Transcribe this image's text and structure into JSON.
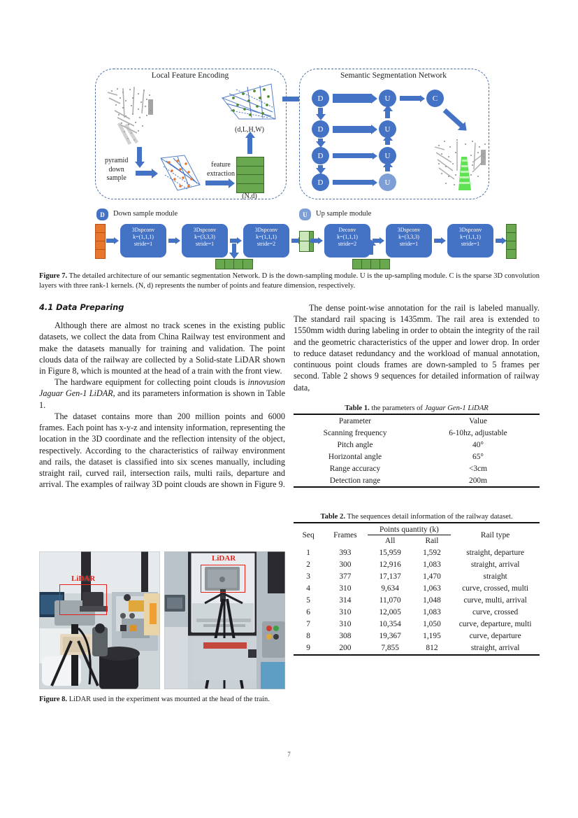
{
  "figure7": {
    "panels": {
      "left_title": "Local Feature Encoding",
      "right_title": "Semantic Segmentation Network"
    },
    "labels": {
      "pyramid_down_sample": "pyramid\ndown\nsample",
      "pyramid_line1": "pyramid",
      "pyramid_line2": "down",
      "pyramid_line3": "sample",
      "feature_extraction_line1": "feature",
      "feature_extraction_line2": "extraction",
      "tensor_dlhw": "(d,L,H,W)",
      "tensor_nd": "(N,d)"
    },
    "nodes": {
      "down": "D",
      "up": "U",
      "conv": "C"
    },
    "legend": {
      "down_badge": "D",
      "down_text": "Down sample module",
      "up_badge": "U",
      "up_text": "Up sample module"
    },
    "down_module_blocks": [
      {
        "name": "3Dspconv",
        "kernel": "k=(1,1,1)",
        "stride": "stride=1"
      },
      {
        "name": "3Dspconv",
        "kernel": "k=(3,3,3)",
        "stride": "stride=1"
      },
      {
        "name": "3Dspconv",
        "kernel": "k=(1,1,1)",
        "stride": "stride=2"
      }
    ],
    "up_module_blocks": [
      {
        "name": "Deconv",
        "kernel": "k=(1,1,1)",
        "stride": "stride=2"
      },
      {
        "name": "3Dspconv",
        "kernel": "k=(3,3,3)",
        "stride": "stride=1"
      },
      {
        "name": "3Dspconv",
        "kernel": "k=(1,1,1)",
        "stride": "stride=1"
      }
    ],
    "colors": {
      "blue": "#4472c4",
      "green": "#6aa84f",
      "orange": "#e8762c",
      "dashed_border": "#4a6fa5"
    },
    "caption_bold": "Figure 7.",
    "caption_text": " The detailed architecture of our semantic segmentation Network. D is the down-sampling module. U is the up-sampling module. C is the sparse 3D convolution layers with three rank-1 kernels. (N, d) represents the number of points and feature dimension, respectively."
  },
  "left_column": {
    "section_heading": "4.1 Data Preparing",
    "paragraph_1": "Although there are almost no track scenes in the existing public datasets, we collect the data from China Railway test environment and make the datasets manually for training and validation. The point clouds data of the railway are collected by a Solid-state LiDAR shown in Figure 8, which is mounted at the head of a train with the front view.",
    "paragraph_2_part1": "The hardware equipment for collecting point clouds is ",
    "paragraph_2_italic": "innovusion Jaguar Gen-1 LiDAR",
    "paragraph_2_part2": ", and its parameters information is shown in Table 1.",
    "paragraph_3": "The dataset contains more than 200 million points and 6000 frames. Each point has x-y-z and intensity information, representing the location in the 3D coordinate and the reflection intensity of the object, respectively. According to the characteristics of railway environment and rails, the dataset is classified into six scenes manually, including straight rail, curved rail, intersection rails, multi rails, departure and arrival. The examples of railway 3D point clouds are shown in Figure 9."
  },
  "right_column": {
    "paragraph_1": "The dense point-wise annotation for the rail is labeled manually. The standard rail spacing is 1435mm. The rail area is extended to 1550mm width during labeling in order to obtain the integrity of the rail and the geometric characteristics of the upper and lower drop. In order to reduce dataset redundancy and the workload of manual annotation, continuous point clouds frames are down-sampled to 5 frames per second. Table 2 shows 9 sequences for detailed information of railway data,"
  },
  "table1": {
    "caption_bold": "Table 1.",
    "caption_text": " the parameters of ",
    "caption_italic": "Jaguar Gen-1 LiDAR",
    "headers": [
      "Parameter",
      "Value"
    ],
    "rows": [
      [
        "Scanning frequency",
        "6-10hz, adjustable"
      ],
      [
        "Pitch angle",
        "40°"
      ],
      [
        "Horizontal angle",
        "65°"
      ],
      [
        "Range accuracy",
        "<3cm"
      ],
      [
        "Detection range",
        "200m"
      ]
    ]
  },
  "table2": {
    "caption_bold": "Table 2.",
    "caption_text": " The sequences detail information of the railway dataset.",
    "headers": {
      "seq": "Seq",
      "frames": "Frames",
      "points_group": "Points quantity (k)",
      "points_all": "All",
      "points_rail": "Rail",
      "rail_type": "Rail type"
    },
    "rows": [
      {
        "seq": "1",
        "frames": "393",
        "all": "15,959",
        "rail": "1,592",
        "type": "straight, departure"
      },
      {
        "seq": "2",
        "frames": "300",
        "all": "12,916",
        "rail": "1,083",
        "type": "straight, arrival"
      },
      {
        "seq": "3",
        "frames": "377",
        "all": "17,137",
        "rail": "1,470",
        "type": "straight"
      },
      {
        "seq": "4",
        "frames": "310",
        "all": "9,634",
        "rail": "1,063",
        "type": "curve, crossed, multi"
      },
      {
        "seq": "5",
        "frames": "314",
        "all": "11,070",
        "rail": "1,048",
        "type": "curve, multi, arrival"
      },
      {
        "seq": "6",
        "frames": "310",
        "all": "12,005",
        "rail": "1,083",
        "type": "curve, crossed"
      },
      {
        "seq": "7",
        "frames": "310",
        "all": "10,354",
        "rail": "1,050",
        "type": "curve, departure, multi"
      },
      {
        "seq": "8",
        "frames": "308",
        "all": "19,367",
        "rail": "1,195",
        "type": "curve, departure"
      },
      {
        "seq": "9",
        "frames": "200",
        "all": "7,855",
        "rail": "812",
        "type": "straight, arrival"
      }
    ]
  },
  "figure8": {
    "annotation_left": "LiDAR",
    "annotation_right": "LiDAR",
    "caption_bold": "Figure 8.",
    "caption_text": " LiDAR used in the experiment was mounted at the head of the train.",
    "highlight_color": "#e8201a"
  },
  "page_number": "7"
}
